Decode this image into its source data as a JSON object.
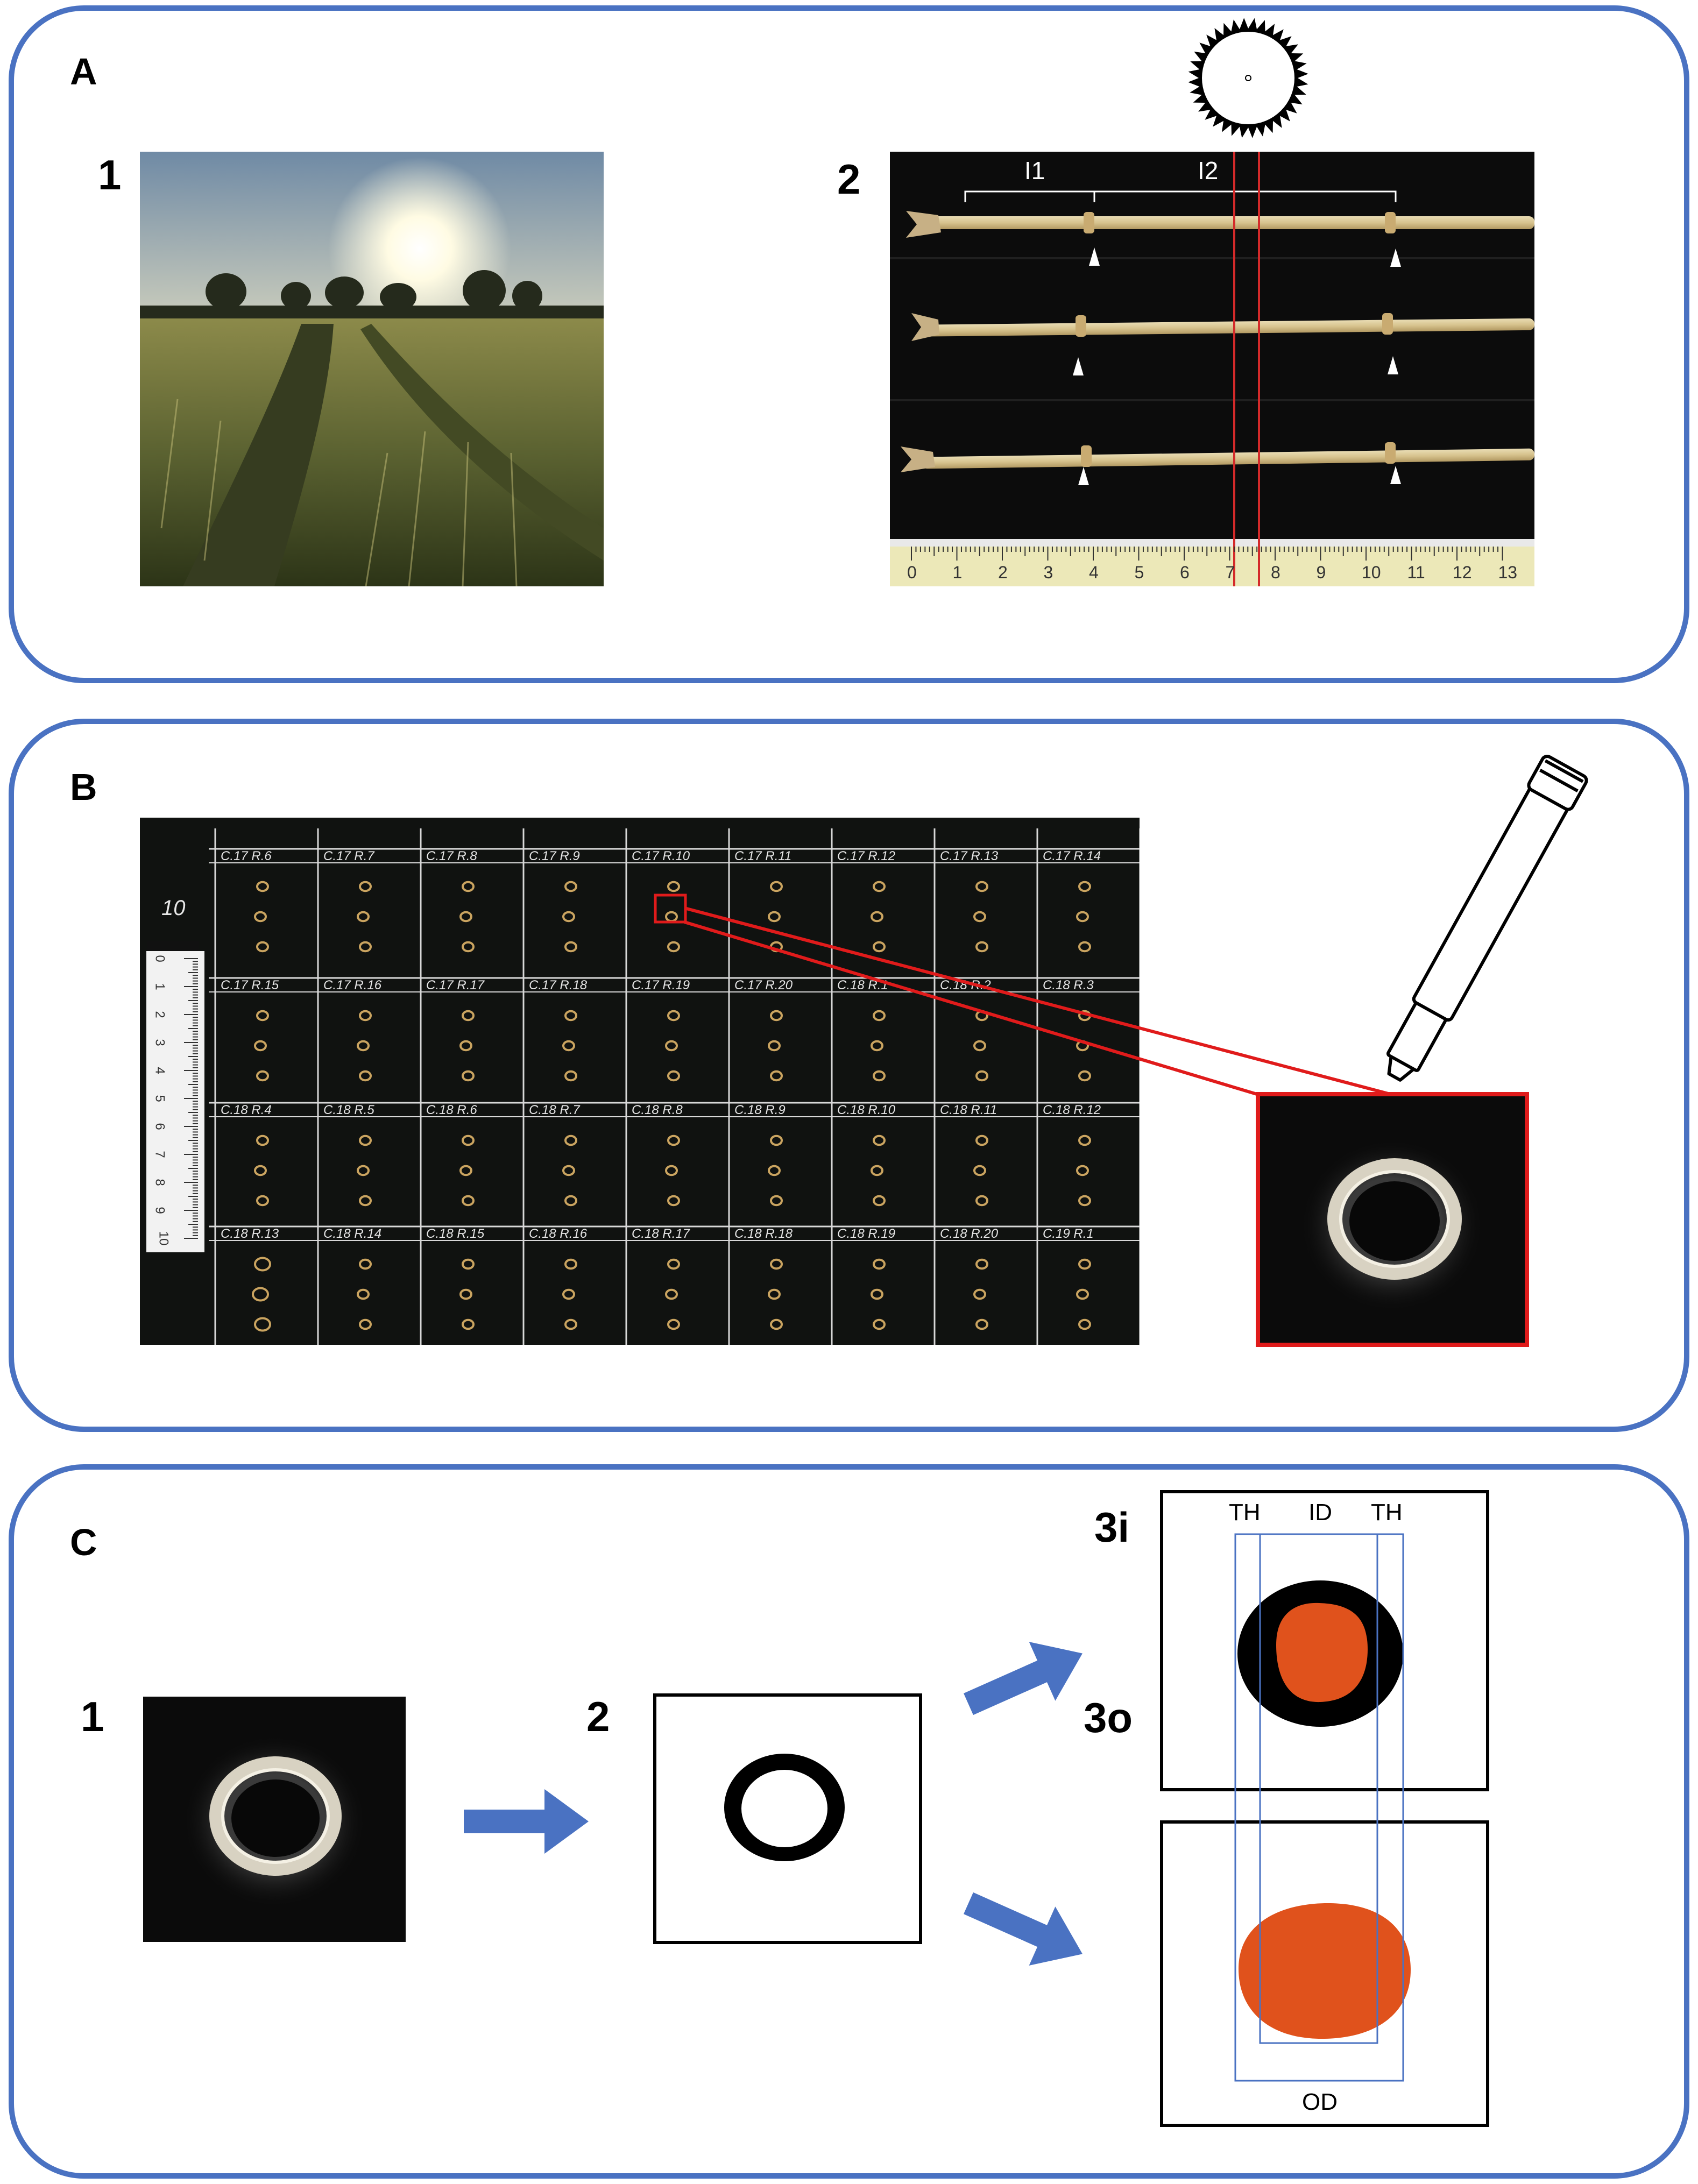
{
  "panels": {
    "a": {
      "label": "A",
      "step1": "1",
      "step2": "2",
      "internode1": "I1",
      "internode2": "I2",
      "ruler_ticks": [
        "0",
        "1",
        "2",
        "3",
        "4",
        "5",
        "6",
        "7",
        "8",
        "9",
        "10",
        "11",
        "12",
        "13"
      ]
    },
    "b": {
      "label": "B",
      "board_number": "10",
      "row1_labels": [
        "C.17 R.6",
        "C.17 R.7",
        "C.17 R.8",
        "C.17 R.9",
        "C.17 R.10",
        "C.17 R.11",
        "C.17 R.12",
        "C.17 R.13",
        "C.17 R.14"
      ],
      "row2_labels": [
        "C.17 R.15",
        "C.17 R.16",
        "C.17 R.17",
        "C.17 R.18",
        "C.17 R.19",
        "C.17 R.20",
        "C.18 R.1",
        "C.18 R.2",
        "C.18 R.3"
      ],
      "row3_labels": [
        "C.18 R.4",
        "C.18 R.5",
        "C.18 R.6",
        "C.18 R.7",
        "C.18 R.8",
        "C.18 R.9",
        "C.18 R.10",
        "C.18 R.11",
        "C.18 R.12"
      ],
      "row4_labels": [
        "C.18 R.13",
        "C.18 R.14",
        "C.18 R.15",
        "C.18 R.16",
        "C.18 R.17",
        "C.18 R.18",
        "C.18 R.19",
        "C.18 R.20",
        "C.19 R.1"
      ],
      "scale_ticks": [
        "0",
        "1",
        "2",
        "3",
        "4",
        "5",
        "6",
        "7",
        "8",
        "9",
        "10"
      ]
    },
    "c": {
      "label": "C",
      "step1": "1",
      "step2": "2",
      "step3i": "3i",
      "step3o": "3o",
      "th_left": "TH",
      "id_label": "ID",
      "th_right": "TH",
      "od_label": "OD"
    }
  },
  "colors": {
    "panel_border": "#4a72c2",
    "arrow": "#4a72c2",
    "zoom_box": "#e01b1b",
    "cutting_line": "#d42a2a",
    "segmented_area": "#e0521c"
  }
}
